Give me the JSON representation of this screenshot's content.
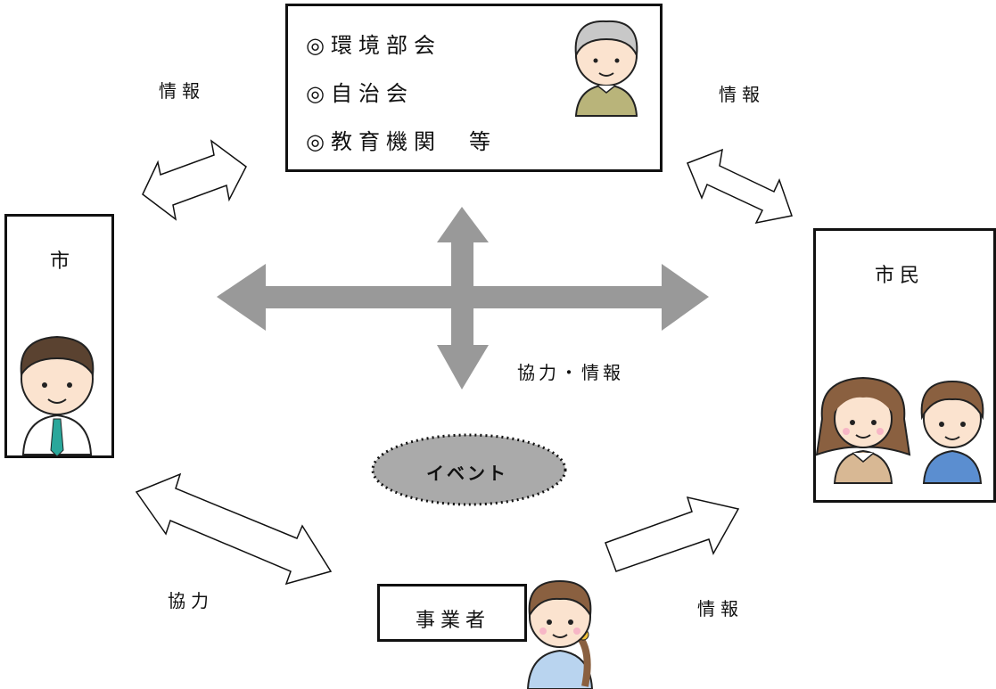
{
  "organizations": {
    "lines": [
      "◎環境部会",
      "◎自治会",
      "◎教育機関　等"
    ]
  },
  "city": {
    "label": "市"
  },
  "citizens": {
    "label": "市民"
  },
  "business": {
    "label": "事業者"
  },
  "event": {
    "label": "イベント"
  },
  "flows": {
    "top_left": "情報",
    "top_right": "情報",
    "center": "協力・情報",
    "bottom_left": "協力",
    "bottom_right": "情報"
  },
  "colors": {
    "center_arrow": "#999999",
    "event_fill": "#aaaaaa",
    "outline": "#111111"
  }
}
